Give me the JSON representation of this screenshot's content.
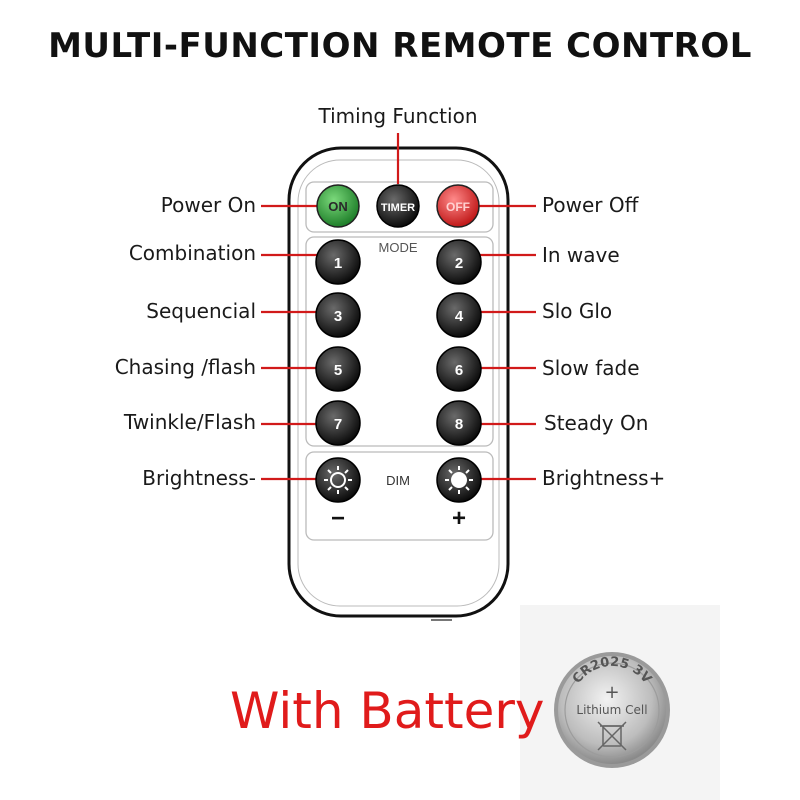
{
  "title": "MULTI-FUNCTION REMOTE CONTROL",
  "remote": {
    "top_buttons": {
      "on": "ON",
      "timer": "TIMER",
      "off": "OFF"
    },
    "mode_label": "MODE",
    "dim_label": "DIM",
    "minus": "−",
    "plus": "+",
    "number_buttons": [
      "1",
      "2",
      "3",
      "4",
      "5",
      "6",
      "7",
      "8"
    ]
  },
  "callouts": {
    "timing": "Timing Function",
    "power_on": "Power On",
    "power_off": "Power Off",
    "combination": "Combination",
    "in_wave": "In wave",
    "sequencial": "Sequencial",
    "slo_glo": "Slo Glo",
    "chasing": "Chasing /flash",
    "slow_fade": "Slow fade",
    "twinkle": "Twinkle/Flash",
    "steady_on": "Steady On",
    "brightness_minus": "Brightness-",
    "brightness_plus": "Brightness+"
  },
  "battery": {
    "caption": "With Battery",
    "model": "CR2025 3V",
    "type": "Lithium Cell",
    "polarity": "+"
  },
  "colors": {
    "callout_line": "#d11a1a",
    "on_button": "#3aa63a",
    "off_button": "#e23a3a",
    "caption": "#e01b1b"
  }
}
